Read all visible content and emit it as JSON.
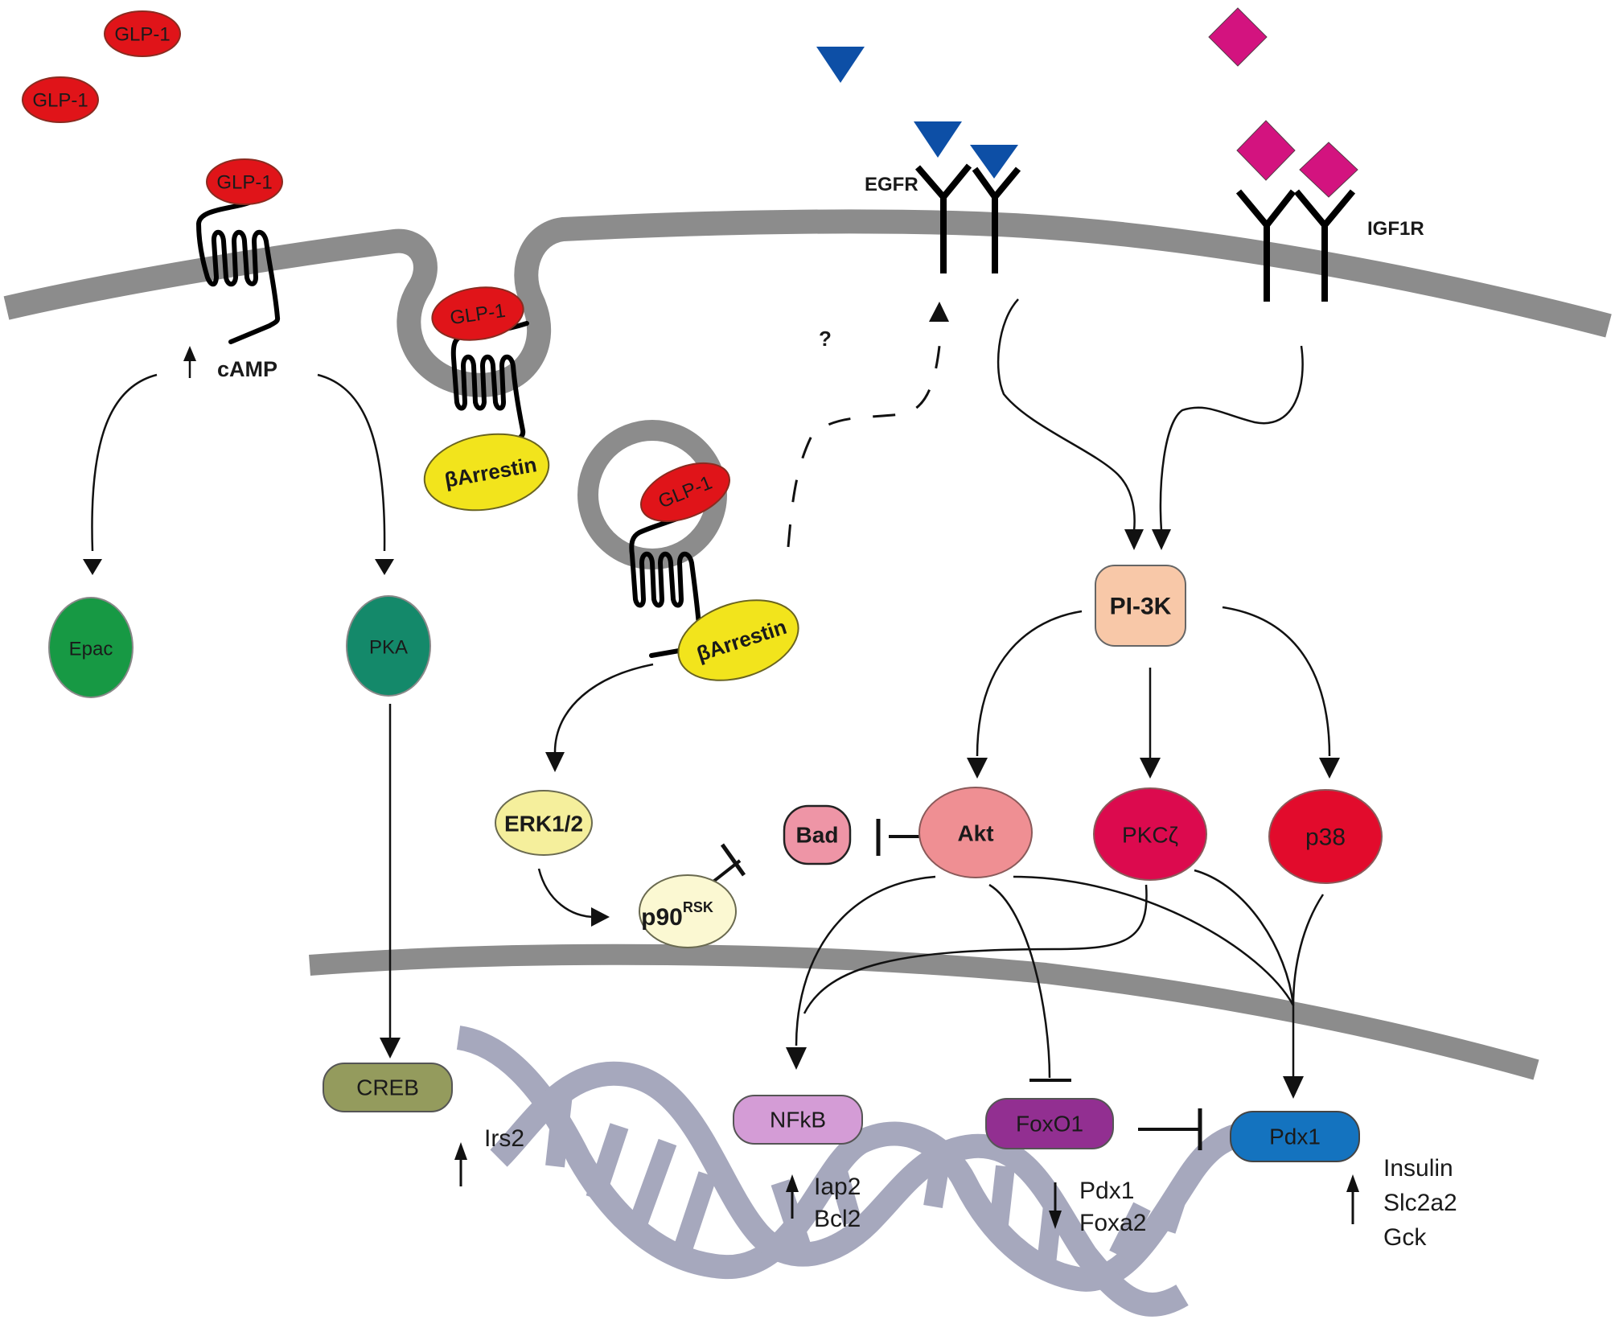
{
  "title": "GLP-1 receptor signaling in pancreatic beta cells",
  "colors": {
    "membrane": "#8c8c8c",
    "glp1": "#e01419",
    "arrestin": "#f2e41c",
    "epac": "#179944",
    "pka": "#14896a",
    "erk": "#f5ef9c",
    "p90": "#fbf8d2",
    "bad": "#ee95a6",
    "akt": "#ef8f93",
    "pkc": "#dc0a4e",
    "p38": "#e20b2c",
    "pi3k": "#f8c8a8",
    "creb": "#949b5d",
    "nfkb": "#d49cd6",
    "foxo1": "#922f91",
    "pdx1": "#1473bf",
    "egf": "#0d4fa6",
    "igf": "#d3137f",
    "dna": "#a6a8bd"
  },
  "ligands": {
    "glp1_free_1": "GLP-1",
    "glp1_free_2": "GLP-1",
    "glp1_bound": "GLP-1",
    "glp1_pit": "GLP-1",
    "glp1_vesicle": "GLP-1"
  },
  "receptors": {
    "egfr": "EGFR",
    "igf1r": "IGF1R"
  },
  "messengers": {
    "camp": "cAMP",
    "question": "?"
  },
  "nodes": {
    "arrestin_1": "βArrestin",
    "arrestin_2": "βArrestin",
    "epac": "Epac",
    "pka": "PKA",
    "erk": "ERK1/2",
    "p90_base": "p90",
    "p90_sup": "RSK",
    "bad": "Bad",
    "akt": "Akt",
    "pkc": "PKCζ",
    "p38": "p38",
    "pi3k": "PI-3K",
    "creb": "CREB",
    "nfkb": "NFkB",
    "foxo1": "FoxO1",
    "pdx1": "Pdx1"
  },
  "gene_effects": [
    {
      "direction": "up",
      "arrow": "↑",
      "genes": [
        "Irs2"
      ]
    },
    {
      "direction": "up",
      "arrow": "↑",
      "genes": [
        "Iap2",
        "Bcl2"
      ]
    },
    {
      "direction": "down",
      "arrow": "↓",
      "genes": [
        "Pdx1",
        "Foxa2"
      ]
    },
    {
      "direction": "up",
      "arrow": "↑",
      "genes": [
        "Insulin",
        "Slc2a2",
        "Gck"
      ]
    }
  ],
  "edges": [
    {
      "from": "GLP-1R",
      "to": "cAMP",
      "type": "increase"
    },
    {
      "from": "cAMP",
      "to": "Epac",
      "type": "activate"
    },
    {
      "from": "cAMP",
      "to": "PKA",
      "type": "activate"
    },
    {
      "from": "PKA",
      "to": "CREB",
      "type": "activate"
    },
    {
      "from": "βArrestin",
      "to": "EGFR",
      "type": "unknown",
      "label": "?"
    },
    {
      "from": "βArrestin",
      "to": "ERK1/2",
      "type": "activate"
    },
    {
      "from": "ERK1/2",
      "to": "p90RSK",
      "type": "activate"
    },
    {
      "from": "p90RSK",
      "to": "Bad",
      "type": "inhibit"
    },
    {
      "from": "EGFR",
      "to": "PI-3K",
      "type": "activate"
    },
    {
      "from": "IGF1R",
      "to": "PI-3K",
      "type": "activate"
    },
    {
      "from": "PI-3K",
      "to": "Akt",
      "type": "activate"
    },
    {
      "from": "PI-3K",
      "to": "PKCζ",
      "type": "activate"
    },
    {
      "from": "PI-3K",
      "to": "p38",
      "type": "activate"
    },
    {
      "from": "Akt",
      "to": "Bad",
      "type": "inhibit"
    },
    {
      "from": "Akt",
      "to": "NFkB",
      "type": "activate"
    },
    {
      "from": "PKCζ",
      "to": "NFkB",
      "type": "activate"
    },
    {
      "from": "Akt",
      "to": "FoxO1",
      "type": "inhibit"
    },
    {
      "from": "Akt",
      "to": "Pdx1",
      "type": "activate"
    },
    {
      "from": "PKCζ",
      "to": "Pdx1",
      "type": "activate"
    },
    {
      "from": "p38",
      "to": "Pdx1",
      "type": "activate"
    },
    {
      "from": "FoxO1",
      "to": "Pdx1",
      "type": "inhibit"
    }
  ]
}
